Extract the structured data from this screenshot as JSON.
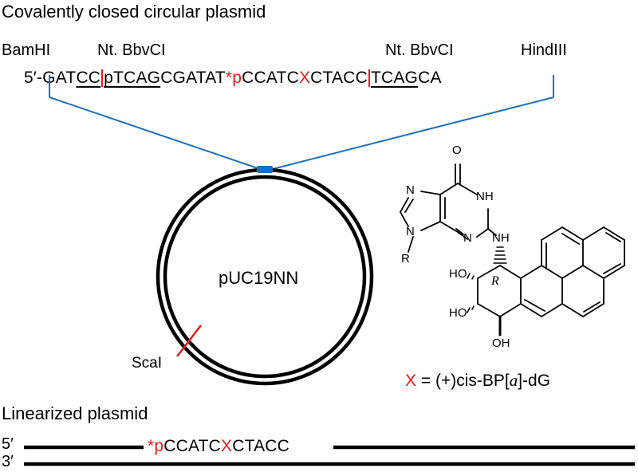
{
  "title": "Covalently closed circular plasmid",
  "enzymes": {
    "bamhi": "BamHI",
    "nt_left": "Nt. BbvCI",
    "nt_right": "Nt. BbvCI",
    "hindiii": "HindIII"
  },
  "sequence": {
    "prefix": "5′-",
    "s1": "GAT",
    "s2": "CC",
    "s3": "pTCAG",
    "s4": "CGATAT",
    "star_p": "*p",
    "s5": "CCATC",
    "x": "X",
    "s6": "CTACC",
    "s7": "TCAG",
    "s8": "CA"
  },
  "plasmid": {
    "name": "pUC19NN",
    "site": "ScaI"
  },
  "adduct": {
    "atoms": {
      "o": "O",
      "n7": "N",
      "n1h": "NH",
      "n9": "N",
      "n3": "N",
      "nh": "NH",
      "r_group": "R",
      "r_stereo": "R",
      "ho1": "HO",
      "ho2": "HO",
      "oh": "OH"
    },
    "label": {
      "x": "X",
      "eq": " = (+)cis-BP[",
      "a": "a",
      "end": "]-dG"
    }
  },
  "linear": {
    "title": "Linearized  plasmid",
    "five_prime": "5′",
    "three_prime": "3′",
    "star_p": "*p",
    "seq1": "CCATC",
    "x": "X",
    "seq2": "CTACC"
  },
  "colors": {
    "red": "#e41e1e",
    "blue": "#1f6fbf",
    "black": "#000000"
  }
}
